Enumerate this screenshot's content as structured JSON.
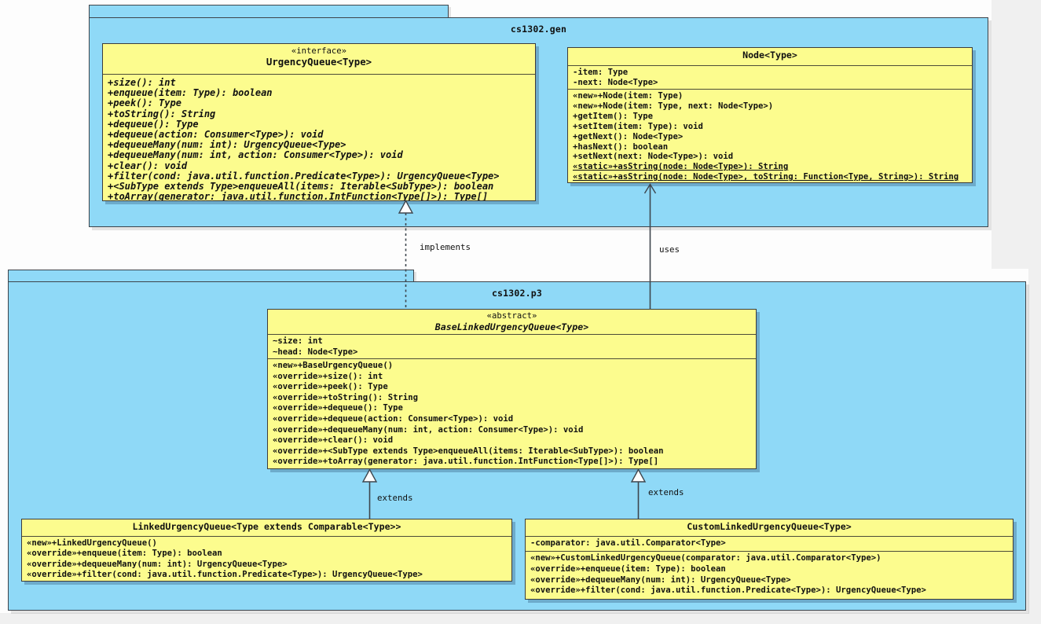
{
  "packages": {
    "gen": {
      "name": "cs1302.gen"
    },
    "p3": {
      "name": "cs1302.p3"
    }
  },
  "classes": {
    "urgency_queue": {
      "stereotype": "«interface»",
      "name": "UrgencyQueue<Type>",
      "methods": [
        "+size(): int",
        "+enqueue(item: Type): boolean",
        "+peek(): Type",
        "+toString(): String",
        "+dequeue(): Type",
        "+dequeue(action: Consumer<Type>): void",
        "+dequeueMany(num: int): UrgencyQueue<Type>",
        "+dequeueMany(num: int, action: Consumer<Type>): void",
        "+clear(): void",
        "+filter(cond: java.util.function.Predicate<Type>): UrgencyQueue<Type>",
        "+<SubType extends Type>enqueueAll(items: Iterable<SubType>): boolean",
        "+toArray(generator: java.util.function.IntFunction<Type[]>): Type[]"
      ]
    },
    "node": {
      "name": "Node<Type>",
      "fields": [
        "-item: Type",
        "-next: Node<Type>"
      ],
      "methods": [
        "«new»+Node(item: Type)",
        "«new»+Node(item: Type, next: Node<Type>)",
        "+getItem(): Type",
        "+setItem(item: Type): void",
        "+getNext(): Node<Type>",
        "+hasNext(): boolean",
        "+setNext(next: Node<Type>): void",
        {
          "t": "«static»+asString(node: Node<Type>): String",
          "u": true
        },
        {
          "t": "«static»+asString(node: Node<Type>, toString: Function<Type, String>): String",
          "u": true
        }
      ]
    },
    "base": {
      "stereotype": "«abstract»",
      "name": "BaseLinkedUrgencyQueue<Type>",
      "fields": [
        "~size: int",
        "~head: Node<Type>"
      ],
      "methods": [
        "«new»+BaseUrgencyQueue()",
        "«override»+size(): int",
        "«override»+peek(): Type",
        "«override»+toString(): String",
        "«override»+dequeue(): Type",
        "«override»+dequeue(action: Consumer<Type>): void",
        "«override»+dequeueMany(num: int, action: Consumer<Type>): void",
        "«override»+clear(): void",
        "«override»+<SubType extends Type>enqueueAll(items: Iterable<SubType>): boolean",
        "«override»+toArray(generator: java.util.function.IntFunction<Type[]>): Type[]"
      ]
    },
    "linked": {
      "name": "LinkedUrgencyQueue<Type extends Comparable<Type>>",
      "methods": [
        "«new»+LinkedUrgencyQueue()",
        "«override»+enqueue(item: Type): boolean",
        "«override»+dequeueMany(num: int): UrgencyQueue<Type>",
        "«override»+filter(cond: java.util.function.Predicate<Type>): UrgencyQueue<Type>"
      ]
    },
    "custom": {
      "name": "CustomLinkedUrgencyQueue<Type>",
      "fields": [
        "-comparator: java.util.Comparator<Type>"
      ],
      "methods": [
        "«new»+CustomLinkedUrgencyQueue(comparator: java.util.Comparator<Type>)",
        "«override»+enqueue(item: Type): boolean",
        "«override»+dequeueMany(num: int): UrgencyQueue<Type>",
        "«override»+filter(cond: java.util.function.Predicate<Type>): UrgencyQueue<Type>"
      ]
    }
  },
  "relationships": {
    "implements_label": "implements",
    "uses_label": "uses",
    "extends_left_label": "extends",
    "extends_right_label": "extends"
  },
  "colors": {
    "package_fill": "#8fd9f7",
    "class_fill": "#fcfc8e",
    "border_dark": "#3c4248",
    "page_background": "#fdfdfd",
    "page_margin": "#f0f0f0"
  }
}
